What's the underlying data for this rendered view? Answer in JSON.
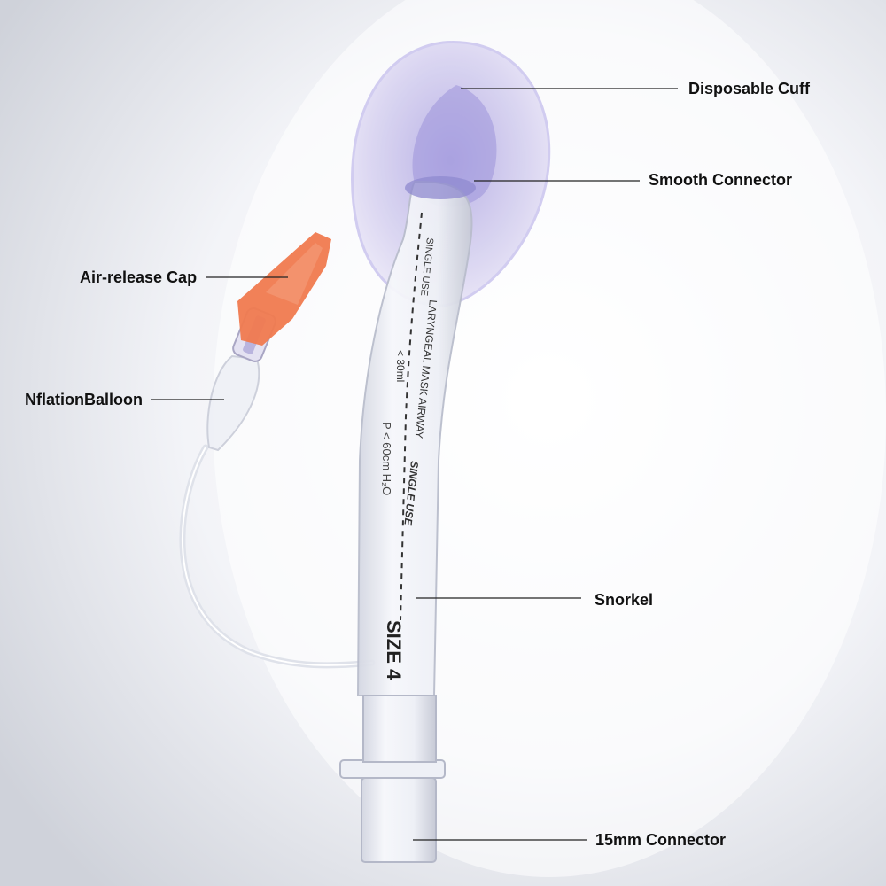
{
  "figure": {
    "device_print": {
      "line1": "SINGLE USE",
      "line2": "LARYNGEAL MASK AIRWAY",
      "line3": "< 30ml",
      "line4": "P < 60cm H₂O",
      "line5": "SINGLE USE",
      "size": "SIZE 4"
    },
    "colors": {
      "cap": "#f07a4f",
      "cuff": "#c8c2ea",
      "tube": "#eef0f6",
      "leader": "#222222"
    }
  },
  "labels": {
    "disposable_cuff": "Disposable Cuff",
    "smooth_connector": "Smooth Connector",
    "air_release_cap": "Air-release Cap",
    "inflation_balloon": "NflationBalloon",
    "snorkel": "Snorkel",
    "connector_15mm": "15mm Connector"
  }
}
